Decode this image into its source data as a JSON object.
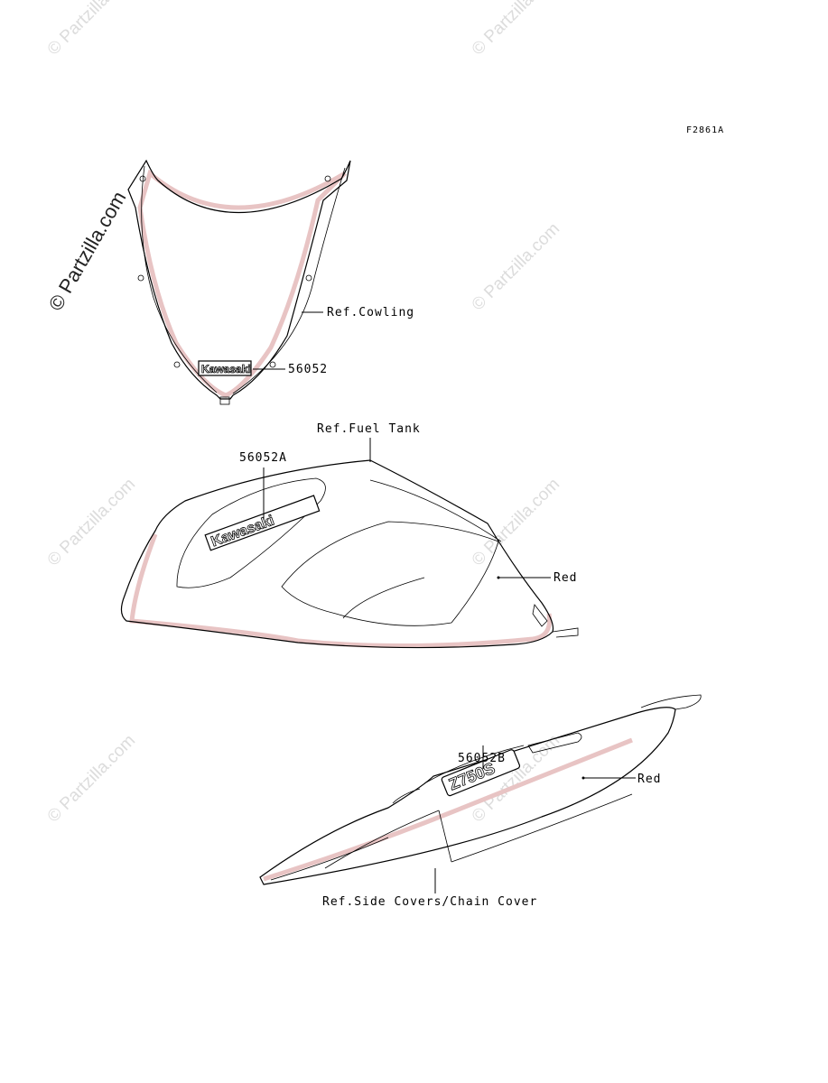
{
  "diagram_code": "F2861A",
  "watermark_text": "© Partzilla.com",
  "labels": {
    "cowling_ref": "Ref.Cowling",
    "cowling_decal_part": "56052",
    "fuel_tank_ref": "Ref.Fuel Tank",
    "fuel_tank_decal_part": "56052A",
    "fuel_tank_color": "Red",
    "side_cover_decal_part": "56052B",
    "side_cover_color": "Red",
    "side_covers_ref": "Ref.Side Covers/Chain Cover"
  },
  "decals": {
    "brand": "Kawasaki",
    "model": "Z750S"
  },
  "colors": {
    "line": "#000000",
    "watermark": "#dcdcdc",
    "red_edge": "#e8c4c4"
  }
}
